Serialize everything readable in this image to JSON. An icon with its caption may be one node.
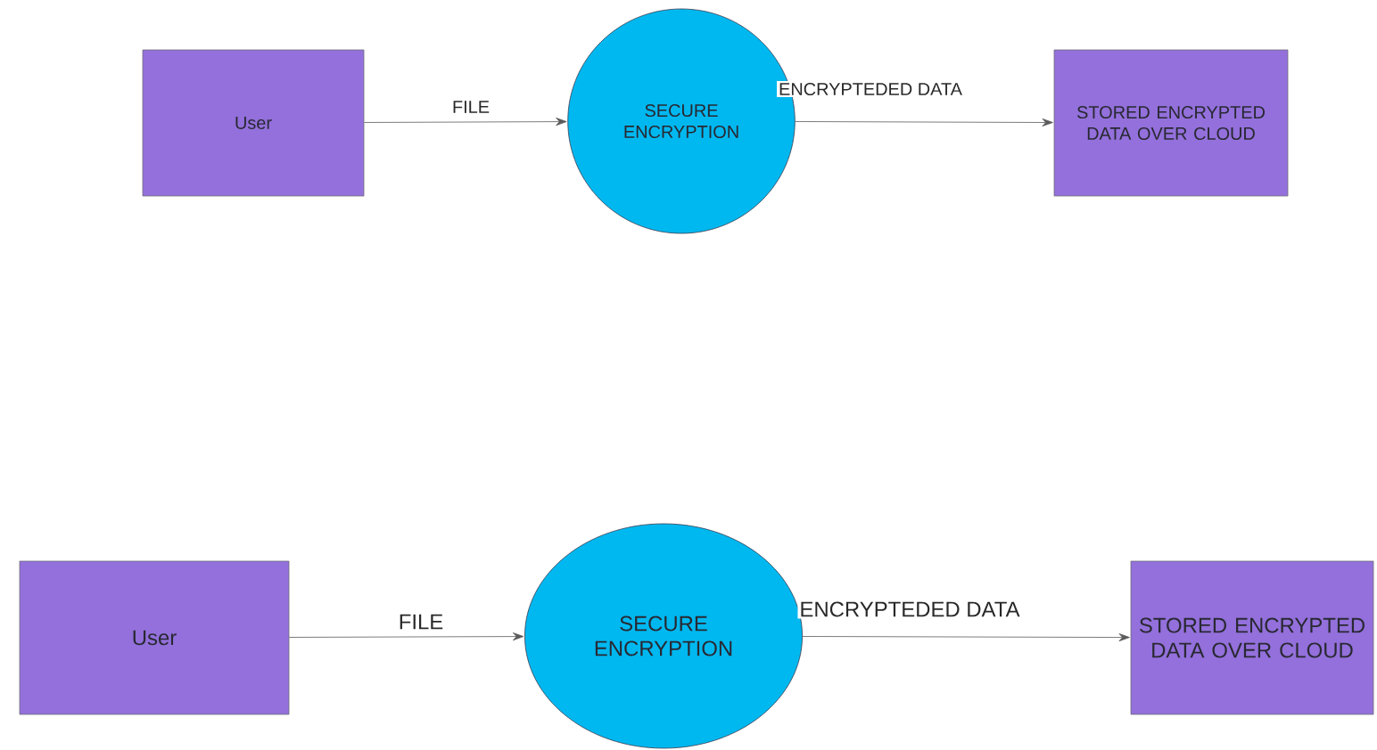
{
  "diagram": {
    "nodes": [
      {
        "text": [
          "User"
        ]
      },
      {
        "text": [
          "SECURE ENCRYPTION"
        ]
      },
      {
        "text": [
          "STORED ENCRYPTED DATA OVER CLOUD"
        ]
      },
      {
        "text": [
          "User"
        ]
      },
      {
        "text": [
          "SECURE ENCRYPTION"
        ]
      },
      {
        "text": [
          "STORED ENCRYPTED DATA OVER CLOUD"
        ]
      }
    ],
    "edges": [
      {
        "from": 0,
        "to": 1,
        "arrow": "to",
        "label": "FILE"
      },
      {
        "from": 1,
        "to": 2,
        "arrow": "to",
        "label": "ENCRYPTEDED DATA"
      },
      {
        "from": 3,
        "to": 4,
        "arrow": "to",
        "label": "FILE"
      },
      {
        "from": 4,
        "to": 5,
        "arrow": "to",
        "label": "ENCRYPTEDED DATA"
      }
    ]
  }
}
